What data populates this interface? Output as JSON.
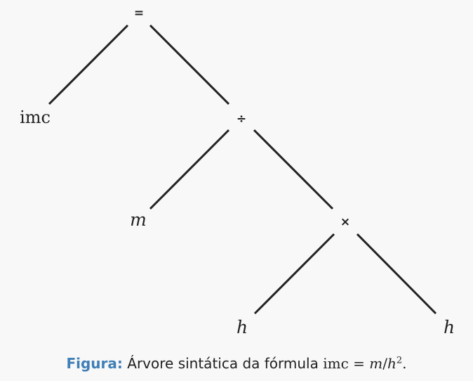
{
  "diagram": {
    "nodes": {
      "root": "=",
      "imc": "imc",
      "div": "÷",
      "m": "m",
      "mul": "×",
      "h_left": "h",
      "h_right": "h"
    }
  },
  "caption": {
    "label": "Figura:",
    "text": "Árvore sintática da fórmula",
    "formula": {
      "lhs": "imc",
      "equals": "=",
      "numerator": "m",
      "slash": "/",
      "base": "h",
      "exponent": "2",
      "period": "."
    }
  }
}
